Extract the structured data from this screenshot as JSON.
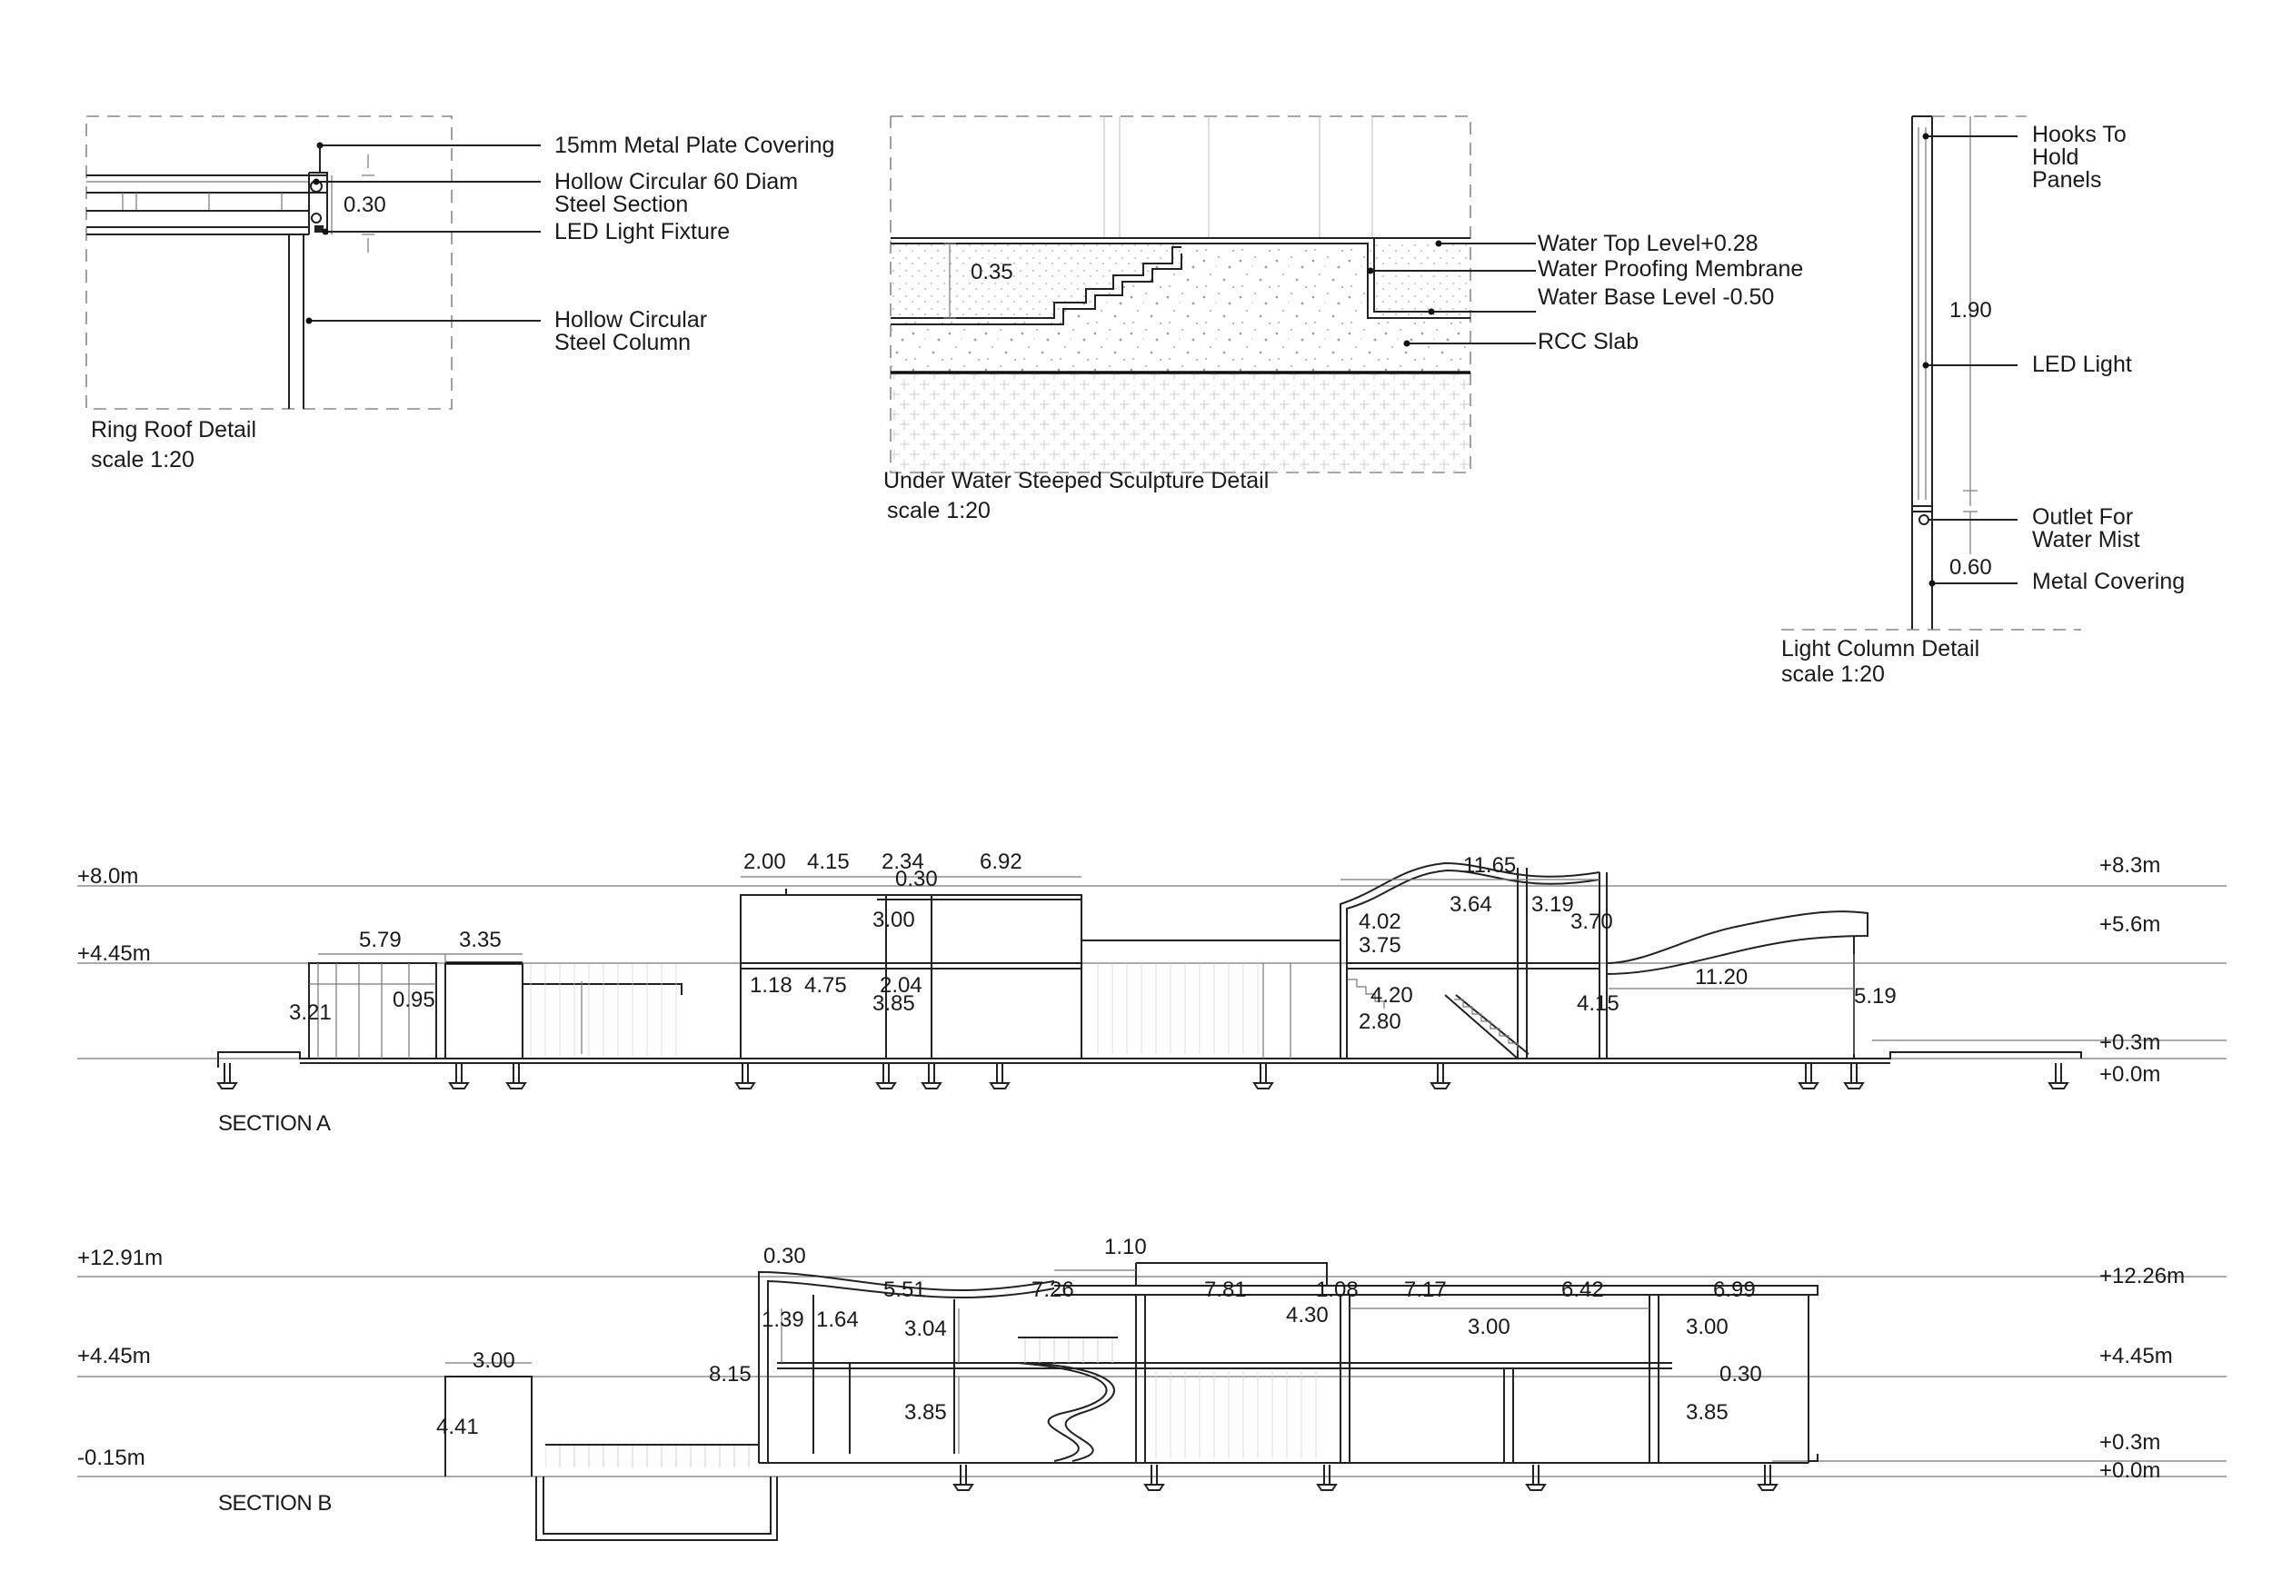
{
  "ring_roof": {
    "title": "Ring Roof Detail",
    "scale": "scale 1:20",
    "dim": "0.30",
    "labels": [
      "15mm Metal Plate Covering",
      "Hollow Circular 60 Diam",
      "Steel Section",
      "LED Light Fixture",
      "Hollow Circular",
      "Steel Column"
    ]
  },
  "sculpture": {
    "title": "Under Water Steeped Sculpture Detail",
    "scale": "scale 1:20",
    "dim": "0.35",
    "labels": [
      "Water Top Level+0.28",
      "Water Proofing Membrane",
      "Water Base Level -0.50",
      "RCC Slab"
    ]
  },
  "light_column": {
    "title": "Light Column  Detail",
    "scale": "scale 1:20",
    "labels": [
      "Hooks To",
      "Hold",
      "Panels",
      "LED Light",
      "Outlet For",
      "Water Mist",
      "Metal  Covering"
    ],
    "dims": [
      "1.90",
      "0.60"
    ]
  },
  "section_a": {
    "title": "SECTION A",
    "levels_left": [
      "+8.0m",
      "+4.45m"
    ],
    "levels_right": [
      "+8.3m",
      "+5.6m",
      "+0.3m",
      "+0.0m"
    ],
    "dims": [
      "5.79",
      "3.35",
      "3.21",
      "0.95",
      "2.00",
      "4.15",
      "2.34",
      "0.30",
      "6.92",
      "3.00",
      "1.18",
      "4.75",
      "2.04",
      "3.85",
      "11.65",
      "4.02",
      "3.64",
      "3.19",
      "3.70",
      "3.75",
      "4.20",
      "2.80",
      "11.20",
      "4.15",
      "5.19"
    ]
  },
  "section_b": {
    "title": "SECTION B",
    "levels_left": [
      "+12.91m",
      "+4.45m",
      "-0.15m"
    ],
    "levels_right": [
      "+12.26m",
      "+4.45m",
      "+0.3m",
      "+0.0m"
    ],
    "dims": [
      "3.00",
      "4.41",
      "0.30",
      "1.39",
      "1.64",
      "8.15",
      "5.51",
      "7.26",
      "3.04",
      "3.85",
      "1.10",
      "7.81",
      "1.08",
      "7.17",
      "6.42",
      "6.99",
      "4.30",
      "3.00",
      "3.00",
      "0.30",
      "3.85"
    ]
  }
}
